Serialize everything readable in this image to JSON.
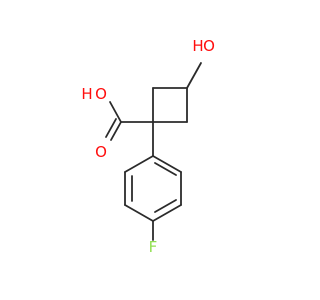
{
  "colors": {
    "bond": "#2b2b2b",
    "oxygen": "#ff0d0d",
    "fluorine": "#90e050"
  },
  "labels": {
    "hydroxyl_oh_top": "O",
    "hydroxyl_h_top": "H",
    "acid_h": "H",
    "acid_o_hydroxyl": "O",
    "acid_o_carbonyl": "O",
    "fluorine": "F"
  }
}
